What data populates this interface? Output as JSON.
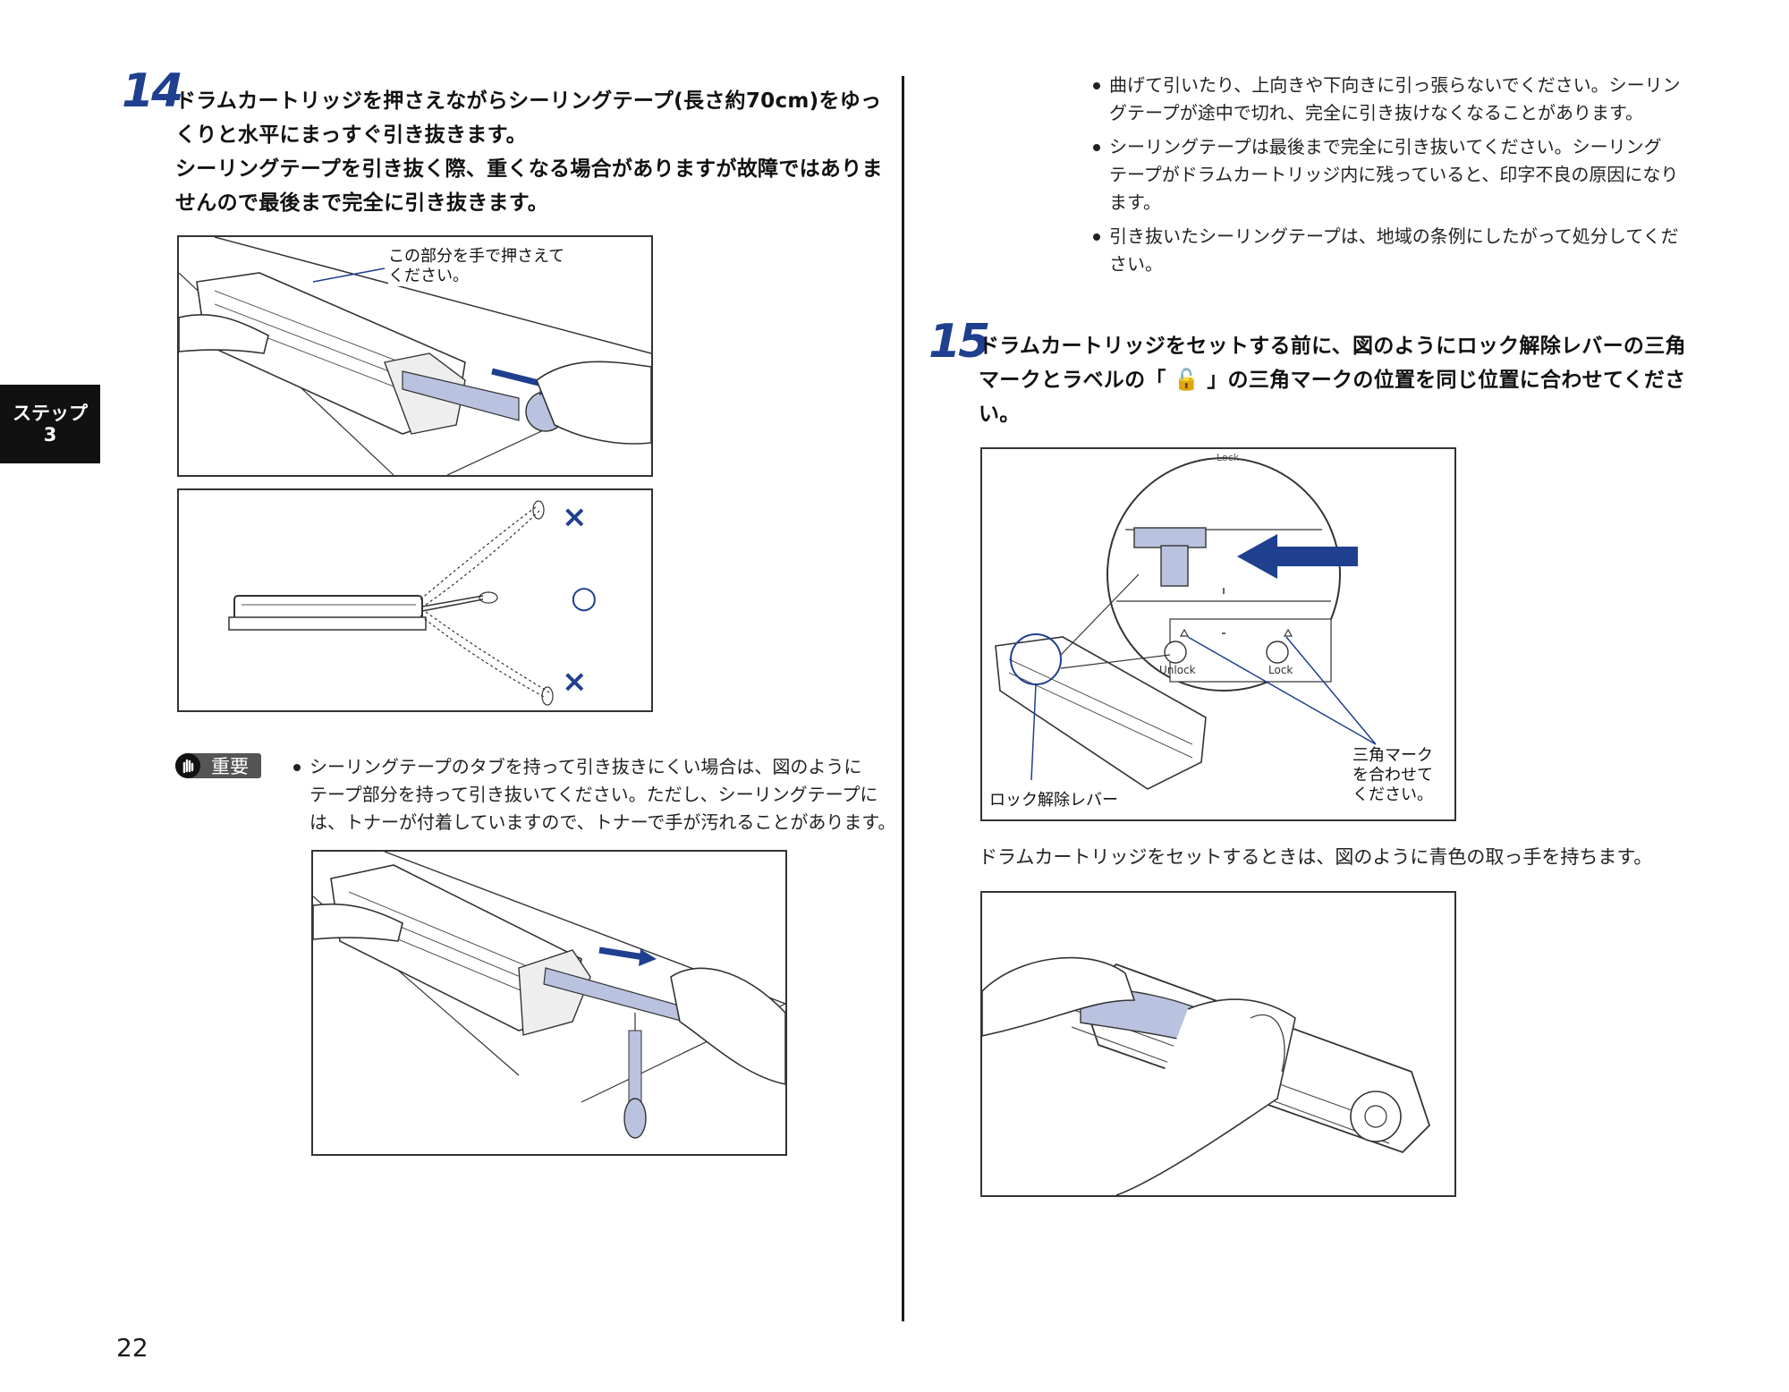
{
  "side_tab": {
    "line1": "ステップ",
    "line2": "3"
  },
  "page_number": "22",
  "step14": {
    "number": "14",
    "lines": [
      "ドラムカートリッジを押さえながらシーリングテープ(長さ約70cm)をゆっ",
      "くりと水平にまっすぐ引き抜きます。",
      "シーリングテープを引き抜く際、重くなる場合がありますが故障ではありま",
      "せんので最後まで完全に引き抜きます。"
    ],
    "figure1_callout_line1": "この部分を手で押さえて",
    "figure1_callout_line2": "ください。",
    "figure2_marks": {
      "bad": "×",
      "good": "○"
    }
  },
  "important": {
    "badge": "重要",
    "bullet": [
      "シーリングテープのタブを持って引き抜きにくい場合は、図のように",
      "テープ部分を持って引き抜いてください。ただし、シーリングテープに",
      "は、トナーが付着していますので、トナーで手が汚れることがあります。"
    ]
  },
  "notes": [
    {
      "lines": [
        "曲げて引いたり、上向きや下向きに引っ張らないでください。シーリン",
        "グテープが途中で切れ、完全に引き抜けなくなることがあります。"
      ]
    },
    {
      "lines": [
        "シーリングテープは最後まで完全に引き抜いてください。シーリング",
        "テープがドラムカートリッジ内に残っていると、印字不良の原因になり",
        "ます。"
      ]
    },
    {
      "lines": [
        "引き抜いたシーリングテープは、地域の条例にしたがって処分してくだ",
        "さい。"
      ]
    }
  ],
  "step15": {
    "number": "15",
    "lines": [
      "ドラムカートリッジをセットする前に、図のようにロック解除レバーの三角",
      "マークとラベルの「 🔓 」の三角マークの位置を同じ位置に合わせてくださ",
      "い。"
    ],
    "callout_lever": "ロック解除レバー",
    "callout_mark_line1": "三角マーク",
    "callout_mark_line2": "を合わせて",
    "callout_mark_line3": "ください。",
    "label_unlock": "Unlock",
    "label_lock": "Lock",
    "label_top": "Lock"
  },
  "hold_instruction": "ドラムカートリッジをセットするときは、図のように青色の取っ手を持ちます。",
  "colors": {
    "accent_blue": "#1f3f8f",
    "tape_blue": "#b9c3e0",
    "line": "#333333"
  }
}
